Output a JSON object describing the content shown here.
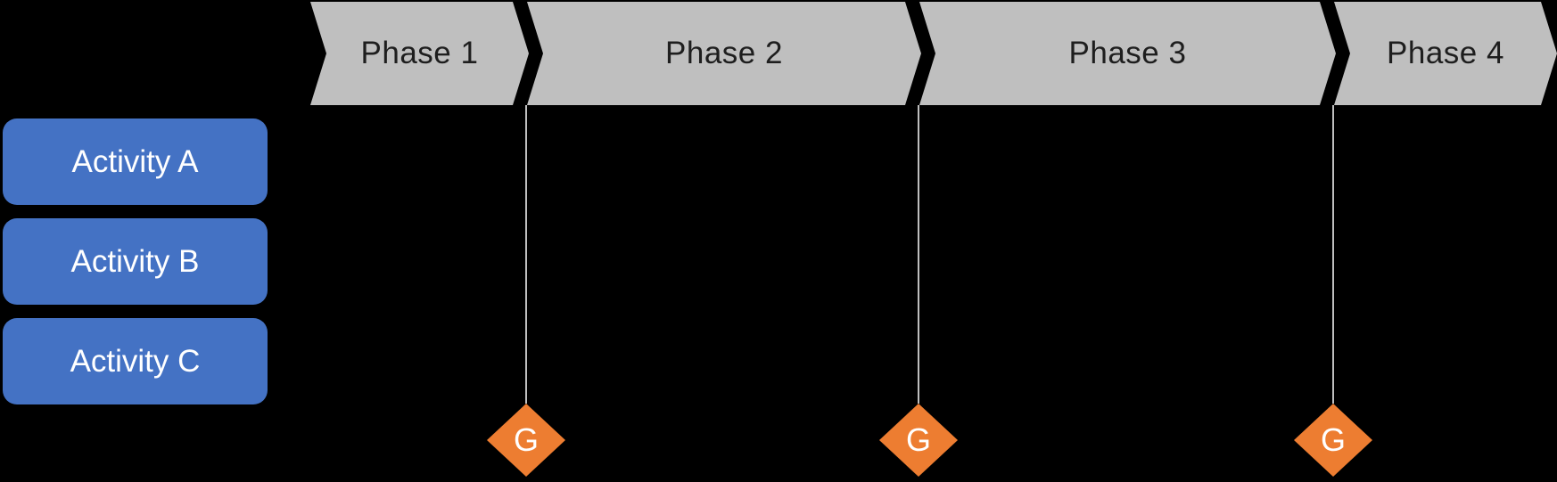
{
  "phases": [
    {
      "label": "Phase 1"
    },
    {
      "label": "Phase 2"
    },
    {
      "label": "Phase 3"
    },
    {
      "label": "Phase 4"
    }
  ],
  "activities": [
    {
      "label": "Activity A"
    },
    {
      "label": "Activity B"
    },
    {
      "label": "Activity C"
    }
  ],
  "gates": [
    {
      "label": "G"
    },
    {
      "label": "G"
    },
    {
      "label": "G"
    }
  ],
  "colors": {
    "background": "#000000",
    "phase_fill": "#BFBFBF",
    "phase_text": "#1E1E1E",
    "activity_fill": "#4472C4",
    "activity_text": "#FFFFFF",
    "gate_fill": "#ED7D31",
    "gate_text": "#FFFFFF",
    "connector": "#BFBFBF"
  }
}
